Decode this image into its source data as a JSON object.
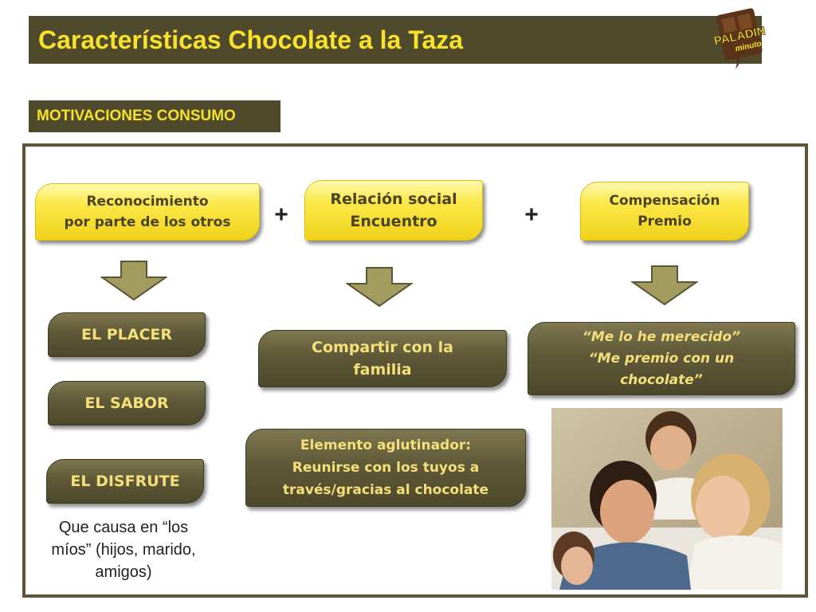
{
  "title": "Características Chocolate a la Taza",
  "logo": {
    "text_top": "PALADIN",
    "text_bottom": "minuto"
  },
  "section_tag": "MOTIVACIONES CONSUMO",
  "plus_sign": "+",
  "top_boxes": [
    {
      "line1": "Reconocimiento",
      "line2": "por parte de los otros"
    },
    {
      "line1": "Relación social",
      "line2": "Encuentro"
    },
    {
      "line1": "Compensación",
      "line2": "Premio"
    }
  ],
  "left_column": {
    "items": [
      "EL PLACER",
      "EL SABOR",
      "EL DISFRUTE"
    ],
    "note_line1": "Que causa en “los",
    "note_line2": "míos” (hijos, marido,",
    "note_line3": "amigos)"
  },
  "middle_column": {
    "box1_line1": "Compartir con la",
    "box1_line2": "familia",
    "box2_line1": "Elemento aglutinador:",
    "box2_line2": "Reunirse con los tuyos a",
    "box2_line3": "través/gracias al chocolate"
  },
  "right_column": {
    "line1": "“Me lo he merecido”",
    "line2": "“Me premio con un",
    "line3": "chocolate”"
  },
  "colors": {
    "dark_olive": "#4f4a2c",
    "yellow_text": "#f7e12a",
    "box_yellow": "#f1d21a",
    "arrow_fill": "#a29c5e"
  }
}
